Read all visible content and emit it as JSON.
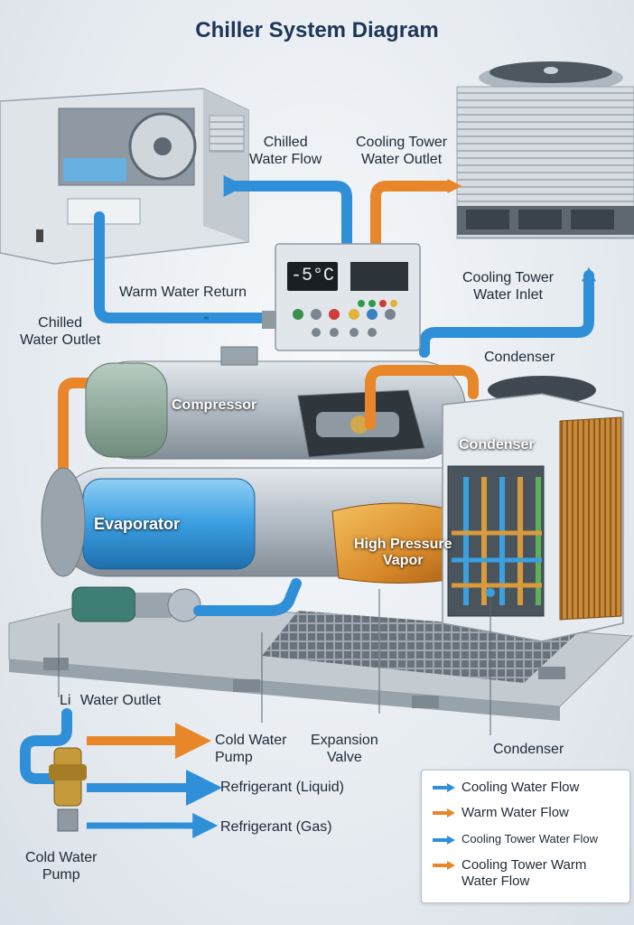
{
  "title": "Chiller System Diagram",
  "control_panel": {
    "temperature_display": "-5°C"
  },
  "labels": {
    "chilled_water_flow": "Chilled\nWater Flow",
    "cooling_tower_water_outlet": "Cooling Tower\nWater Outlet",
    "warm_water_return": "Warm Water Return",
    "chilled_water_outlet": "Chilled\nWater Outlet",
    "cooling_tower_water_inlet": "Cooling Tower\nWater Inlet",
    "condenser_top": "Condenser",
    "compressor": "Compressor",
    "condenser_unit": "Condenser",
    "evaporator": "Evaporator",
    "high_pressure_vapor": "High Pressure\nVapor",
    "water_outlet": "Water Outlet",
    "water_outlet_prefix": "Li",
    "cold_water_pump_mid": "Cold Water\nPump",
    "expansion_valve": "Expansion\nValve",
    "condenser_bottom": "Condenser",
    "refrigerant_liquid": "Refrigerant (Liquid)",
    "refrigerant_gas": "Refrigerant (Gas)",
    "cold_water_pump_bottom": "Cold Water\nPump"
  },
  "legend": [
    {
      "text": "Cooling Water Flow",
      "color": "#2f8fd8"
    },
    {
      "text": "Warm Water Flow",
      "color": "#e8862a"
    },
    {
      "text": "Cooling Tower Water Flow",
      "color": "#2f8fd8"
    },
    {
      "text": "Cooling Tower Warm\nWater Flow",
      "color": "#e8862a"
    }
  ],
  "colors": {
    "blue_pipe": "#2f8fd8",
    "orange_pipe": "#e8862a",
    "metal": "#b9c2ca",
    "metal_dark": "#7d8891"
  }
}
